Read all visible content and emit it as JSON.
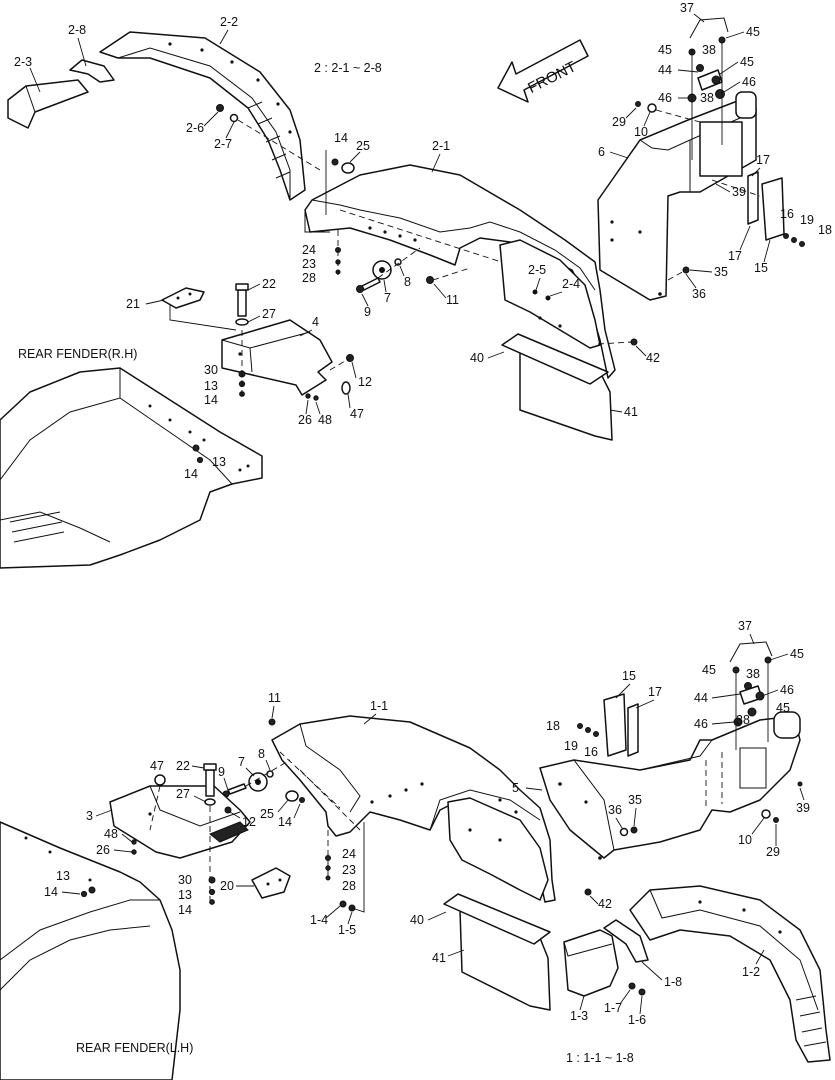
{
  "top": {
    "assembly_note": "2 : 2-1 ~ 2-8",
    "front_arrow": "FRONT",
    "fender_caption": "REAR FENDER(R.H)",
    "labels": {
      "p2_3": "2-3",
      "p2_8": "2-8",
      "p2_2": "2-2",
      "p2_6": "2-6",
      "p2_7": "2-7",
      "p14a": "14",
      "p25": "25",
      "p2_1": "2-1",
      "p24": "24",
      "p23": "23",
      "p28": "28",
      "p7": "7",
      "p8": "8",
      "p9": "9",
      "p11": "11",
      "p2_5": "2-5",
      "p2_4": "2-4",
      "p21": "21",
      "p22": "22",
      "p27": "27",
      "p4": "4",
      "p30": "30",
      "p13a": "13",
      "p14b": "14",
      "p12": "12",
      "p47": "47",
      "p26": "26",
      "p48": "48",
      "p13b": "13",
      "p14c": "14",
      "p40": "40",
      "p41": "41",
      "p42": "42",
      "p37": "37",
      "p45a": "45",
      "p45b": "45",
      "p38a": "38",
      "p45c": "45",
      "p44": "44",
      "p38b": "38",
      "p46a": "46",
      "p46b": "46",
      "p29": "29",
      "p10": "10",
      "p6": "6",
      "p17a": "17",
      "p39": "39",
      "p16": "16",
      "p19": "19",
      "p18": "18",
      "p17b": "17",
      "p15": "15",
      "p35": "35",
      "p36": "36"
    }
  },
  "bottom": {
    "assembly_note": "1 : 1-1 ~ 1-8",
    "fender_caption": "REAR FENDER(L.H)",
    "labels": {
      "p11": "11",
      "p1_1": "1-1",
      "p37": "37",
      "p45a": "45",
      "p45b": "45",
      "p38a": "38",
      "p15": "15",
      "p17": "17",
      "p44": "44",
      "p46a": "46",
      "p46b": "46",
      "p38b": "38",
      "p45c": "45",
      "p7": "7",
      "p8": "8",
      "p47": "47",
      "p22": "22",
      "p9": "9",
      "p27": "27",
      "p3": "3",
      "p12": "12",
      "p25": "25",
      "p14a": "14",
      "p48": "48",
      "p26": "26",
      "p18": "18",
      "p19": "19",
      "p16": "16",
      "p5": "5",
      "p36": "36",
      "p35": "35",
      "p10": "10",
      "p29": "29",
      "p39": "39",
      "p24": "24",
      "p23": "23",
      "p28": "28",
      "p13a": "13",
      "p14b": "14",
      "p30": "30",
      "p13b": "13",
      "p14c": "14",
      "p20": "20",
      "p1_4": "1-4",
      "p1_5": "1-5",
      "p42": "42",
      "p40": "40",
      "p41": "41",
      "p1_3": "1-3",
      "p1_7": "1-7",
      "p1_6": "1-6",
      "p1_8": "1-8",
      "p1_2": "1-2"
    }
  }
}
